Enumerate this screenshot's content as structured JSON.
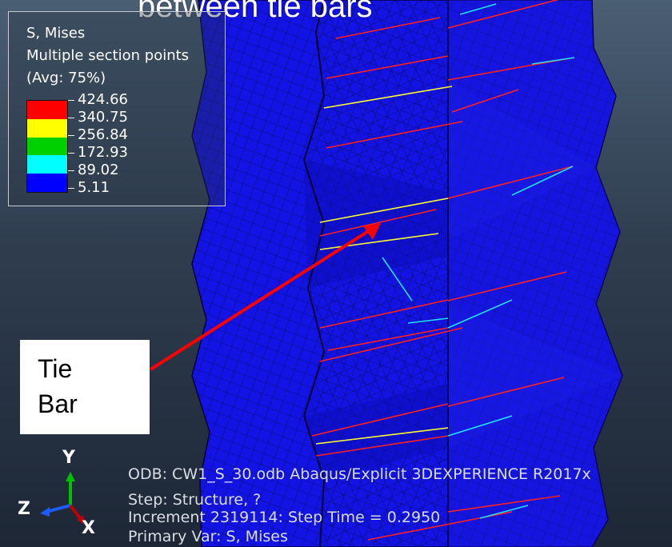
{
  "title_caption": "between tie bars",
  "legend": {
    "title": "S, Mises",
    "subtitle": "Multiple section points",
    "average": "(Avg: 75%)",
    "values": [
      "424.66",
      "340.75",
      "256.84",
      "172.93",
      "89.02",
      "5.11"
    ],
    "colors": [
      "#ff0000",
      "#ffff00",
      "#00d000",
      "#00ffff",
      "#0000ff"
    ]
  },
  "annotation": {
    "line1": "Tie",
    "line2": "Bar",
    "arrow_color": "#ff0000"
  },
  "info": {
    "odb": "ODB: CW1_S_30.odb    Abaqus/Explicit 3DEXPERIENCE R2017x",
    "step": "Step: Structure, ?",
    "increment": "Increment    2319114: Step Time =    0.2950",
    "primary_var": "Primary Var: S, Mises"
  },
  "triad": {
    "y_label": "Y",
    "z_label": "Z",
    "x_label": "X",
    "y_color": "#00c000",
    "z_color": "#1e5aff",
    "x_color": "#c00000"
  },
  "model": {
    "mesh_color": "#1212e6",
    "edge_color": "#000030"
  }
}
